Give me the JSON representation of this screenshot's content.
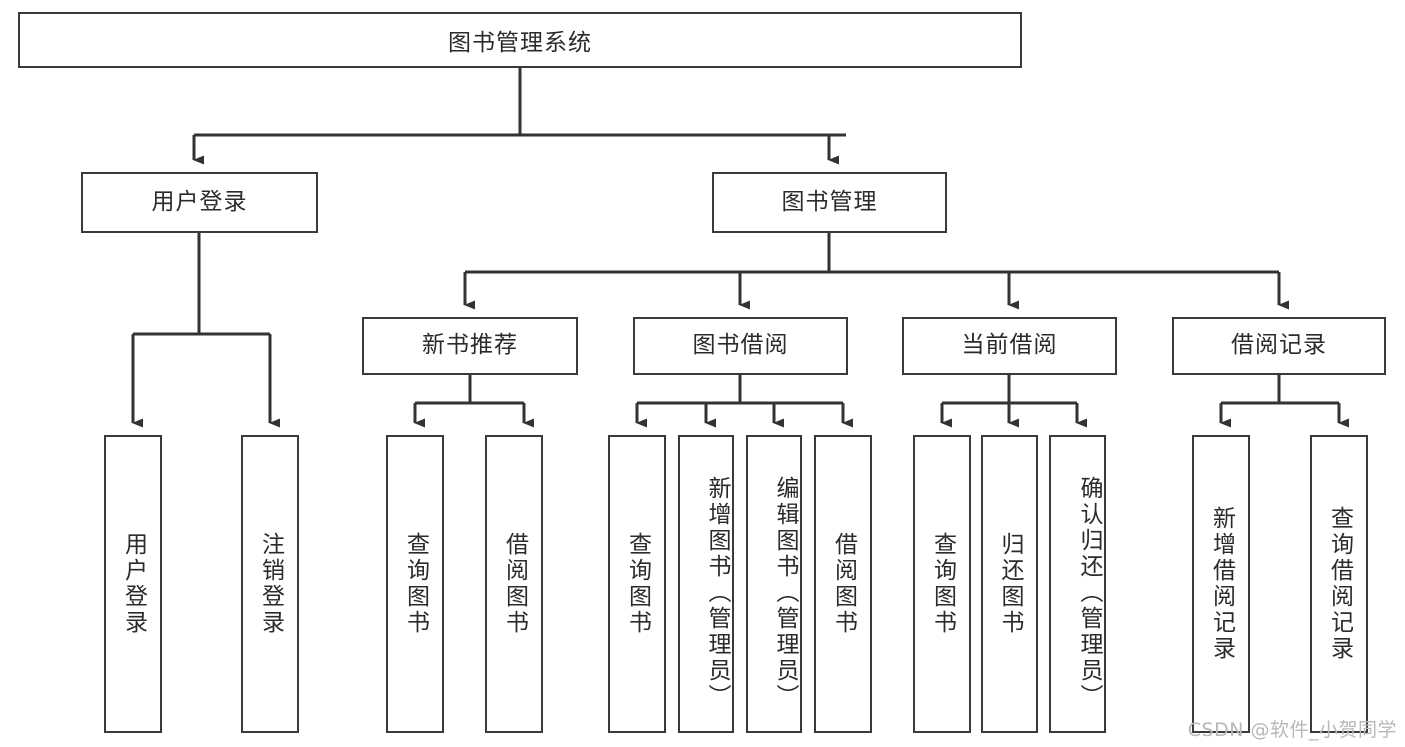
{
  "diagram": {
    "title": "图书管理系统",
    "type": "tree-hierarchy",
    "root": {
      "id": "root",
      "label": "图书管理系统",
      "orientation": "horizontal"
    },
    "level2": [
      {
        "id": "user-login",
        "label": "用户登录",
        "orientation": "horizontal"
      },
      {
        "id": "book-manage",
        "label": "图书管理",
        "orientation": "horizontal"
      }
    ],
    "level3": [
      {
        "id": "new-book-recommend",
        "label": "新书推荐",
        "parent": "book-manage",
        "orientation": "horizontal"
      },
      {
        "id": "book-borrow",
        "label": "图书借阅",
        "parent": "book-manage",
        "orientation": "horizontal"
      },
      {
        "id": "current-borrow",
        "label": "当前借阅",
        "parent": "book-manage",
        "orientation": "horizontal"
      },
      {
        "id": "borrow-record",
        "label": "借阅记录",
        "parent": "book-manage",
        "orientation": "horizontal"
      }
    ],
    "leaves": [
      {
        "id": "leaf-user-login",
        "label": "用户登录",
        "parent": "user-login",
        "orientation": "vertical"
      },
      {
        "id": "leaf-logout-login",
        "label": "注销登录",
        "parent": "user-login",
        "orientation": "vertical"
      },
      {
        "id": "leaf-query-book-1",
        "label": "查询图书",
        "parent": "new-book-recommend",
        "orientation": "vertical"
      },
      {
        "id": "leaf-borrow-book-1",
        "label": "借阅图书",
        "parent": "new-book-recommend",
        "orientation": "vertical"
      },
      {
        "id": "leaf-query-book-2",
        "label": "查询图书",
        "parent": "book-borrow",
        "orientation": "vertical"
      },
      {
        "id": "leaf-add-book",
        "label": "新增图书（管理员）",
        "parent": "book-borrow",
        "orientation": "vertical"
      },
      {
        "id": "leaf-edit-book",
        "label": "编辑图书（管理员）",
        "parent": "book-borrow",
        "orientation": "vertical"
      },
      {
        "id": "leaf-borrow-book-2",
        "label": "借阅图书",
        "parent": "book-borrow",
        "orientation": "vertical"
      },
      {
        "id": "leaf-query-book-3",
        "label": "查询图书",
        "parent": "current-borrow",
        "orientation": "vertical"
      },
      {
        "id": "leaf-return-book",
        "label": "归还图书",
        "parent": "current-borrow",
        "orientation": "vertical"
      },
      {
        "id": "leaf-confirm-return",
        "label": "确认归还（管理员）",
        "parent": "current-borrow",
        "orientation": "vertical"
      },
      {
        "id": "leaf-add-record",
        "label": "新增借阅记录",
        "parent": "borrow-record",
        "orientation": "vertical"
      },
      {
        "id": "leaf-query-record",
        "label": "查询借阅记录",
        "parent": "borrow-record",
        "orientation": "vertical"
      }
    ]
  },
  "watermark": {
    "text": "CSDN @软件_小贺同学"
  },
  "style": {
    "border_color": "#3a3a3a",
    "text_color": "#2b2b2b",
    "background": "#ffffff",
    "connector_color": "#333333",
    "watermark_color": "#b8b8b8"
  }
}
